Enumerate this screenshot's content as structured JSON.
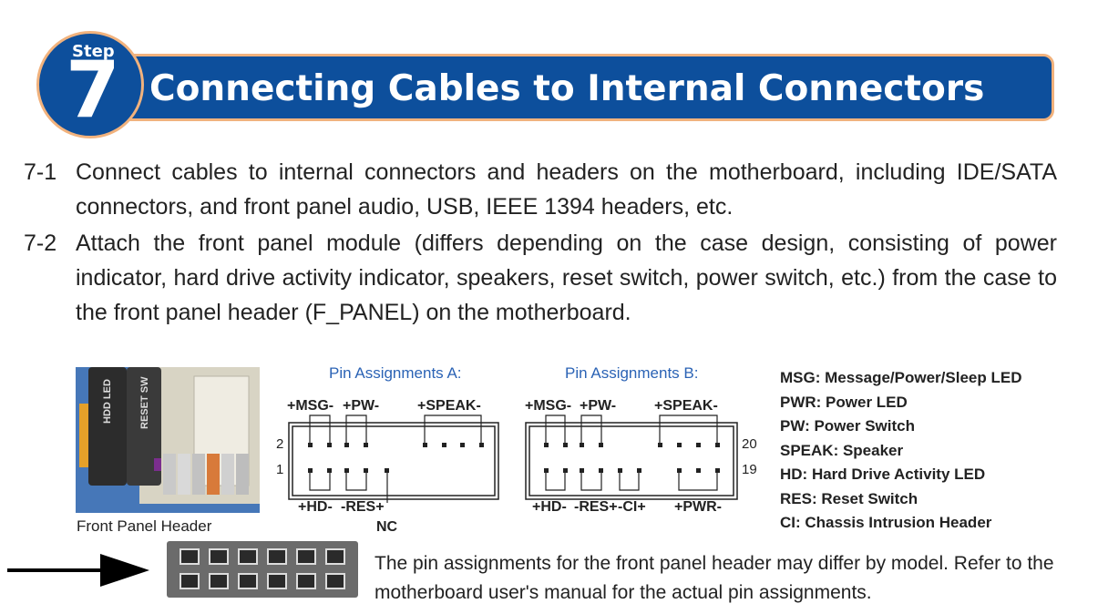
{
  "header": {
    "step_word": "Step",
    "step_number": "7",
    "title": "Connecting Cables to Internal Connectors"
  },
  "instructions": [
    {
      "number": "7-1",
      "text": "Connect cables to internal connectors and headers on the motherboard, including IDE/SATA connectors, and front panel audio, USB, IEEE 1394 headers, etc."
    },
    {
      "number": "7-2",
      "text": "Attach the front panel module (differs depending on the case design, consisting of power indicator, hard drive activity indicator, speakers, reset switch, power switch, etc.) from the case to the front panel header (F_PANEL) on the motherboard."
    }
  ],
  "photo": {
    "label": "Front Panel Header",
    "cable_labels": [
      "HDD LED",
      "RESET SW"
    ]
  },
  "diagram_a": {
    "title": "Pin Assignments A:",
    "row_numbers": [
      "2",
      "1"
    ],
    "top_labels": [
      "+MSG-",
      "+PW-",
      "+SPEAK-"
    ],
    "bottom_labels": [
      "+HD-",
      "-RES+",
      "NC"
    ]
  },
  "diagram_b": {
    "title": "Pin Assignments B:",
    "row_numbers": [
      "20",
      "19"
    ],
    "top_labels": [
      "+MSG-",
      "+PW-",
      "+SPEAK-"
    ],
    "bottom_labels": [
      "+HD-",
      "-RES+",
      "-CI+",
      "+PWR-"
    ]
  },
  "legend": [
    "MSG: Message/Power/Sleep LED",
    "PWR: Power LED",
    "PW: Power Switch",
    "SPEAK: Speaker",
    "HD: Hard Drive Activity LED",
    "RES: Reset Switch",
    "CI: Chassis Intrusion Header"
  ],
  "note": "The pin assignments for the front panel header may differ by model. Refer to the motherboard user's manual for the actual pin assignments.",
  "colors": {
    "banner_blue": "#0d4f9c",
    "banner_outline": "#f1b27d",
    "diagram_title_blue": "#2b63b5"
  }
}
